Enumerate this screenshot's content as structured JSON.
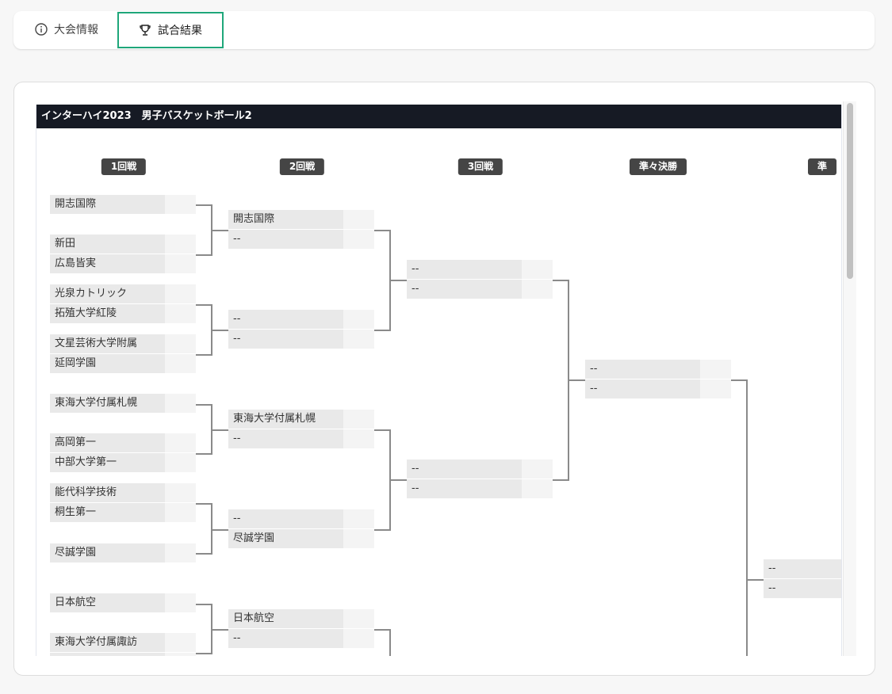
{
  "tabs": [
    {
      "label": "大会情報",
      "icon": "info-icon"
    },
    {
      "label": "試合結果",
      "icon": "trophy-icon",
      "active": true
    }
  ],
  "bracket": {
    "title": "インターハイ2023　男子バスケットボール2",
    "rounds": [
      "1回戦",
      "2回戦",
      "3回戦",
      "準々決勝",
      "準"
    ],
    "round1": [
      "開志国際",
      "新田",
      "広島皆実",
      "光泉カトリック",
      "拓殖大学紅陵",
      "文星芸術大学附属",
      "延岡学園",
      "東海大学付属札幌",
      "高岡第一",
      "中部大学第一",
      "能代科学技術",
      "桐生第一",
      "尽誠学園",
      "日本航空",
      "東海大学付属諏訪",
      ""
    ],
    "round2": [
      "開志国際",
      "--",
      "--",
      "--",
      "東海大学付属札幌",
      "--",
      "--",
      "尽誠学園",
      "日本航空",
      "--"
    ],
    "round3": [
      "--",
      "--",
      "--",
      "--"
    ],
    "round4": [
      "--",
      "--"
    ],
    "round5": [
      "--",
      "--"
    ]
  }
}
